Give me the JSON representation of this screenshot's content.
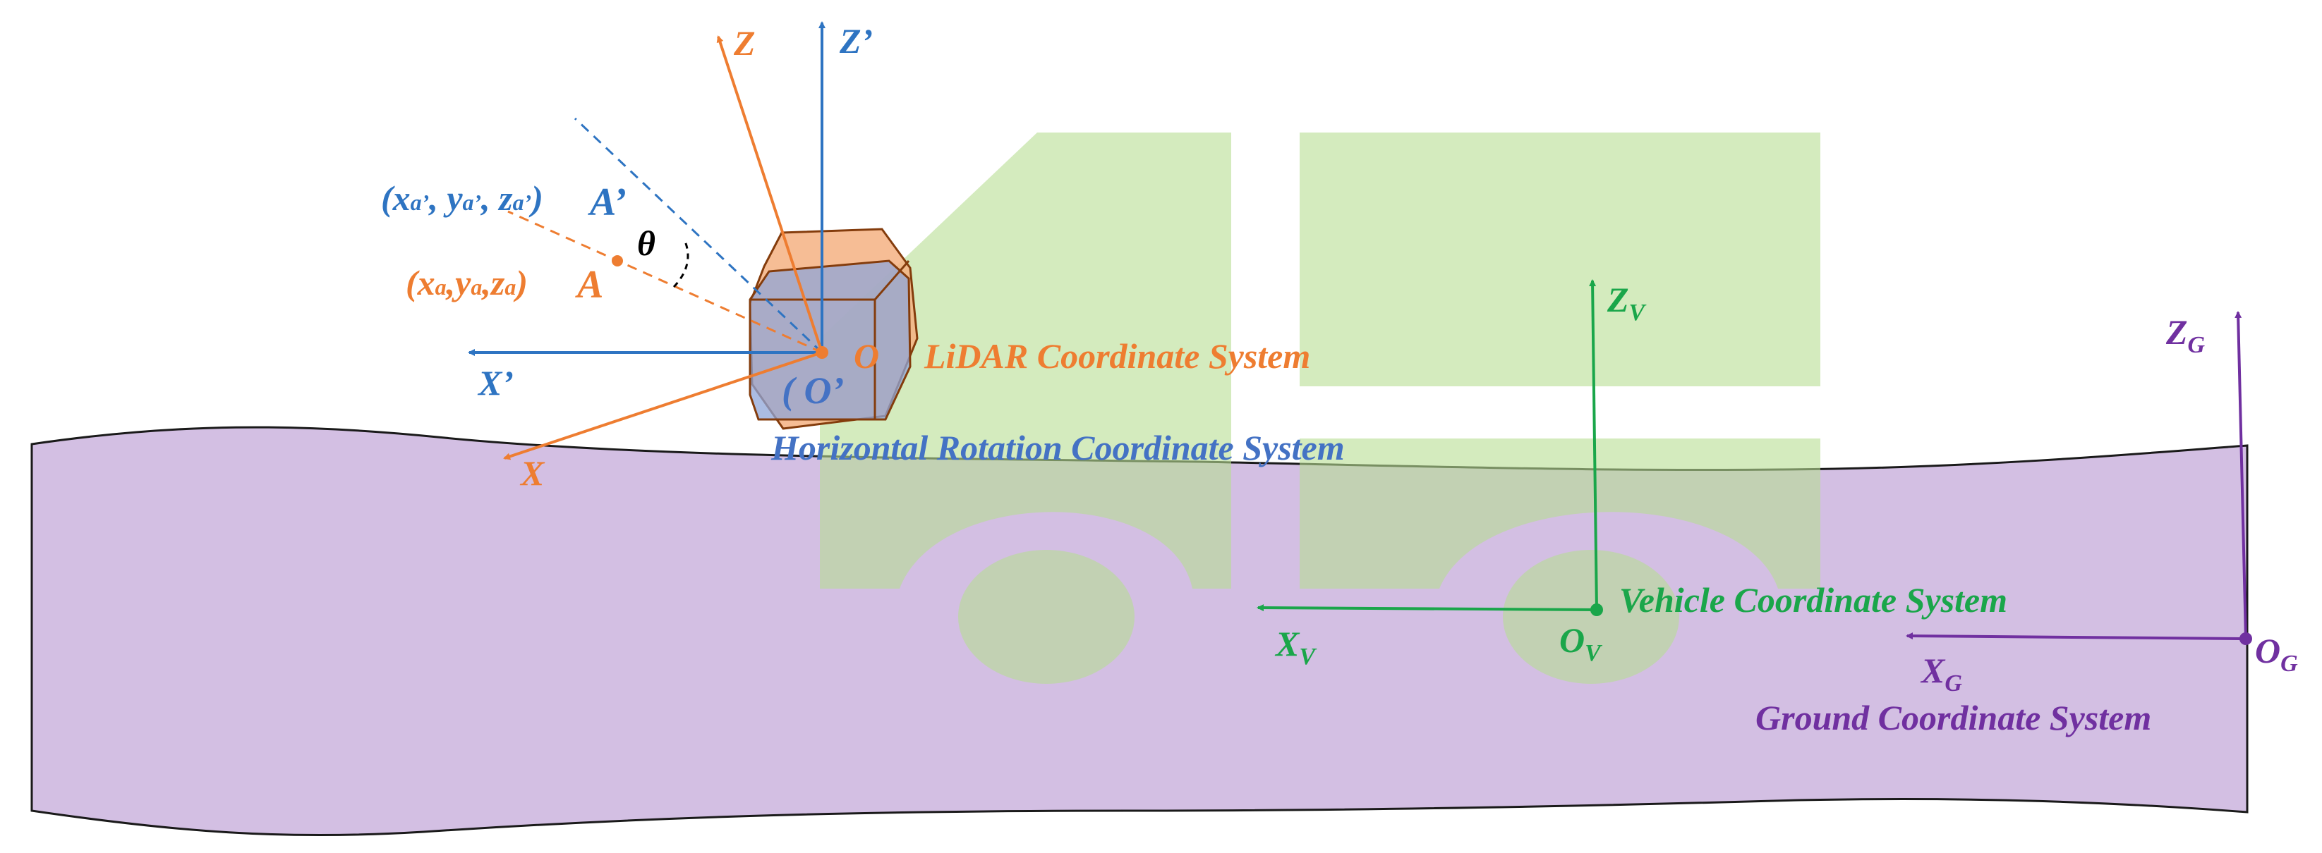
{
  "colors": {
    "ground_fill": "#d3bfe3",
    "vehicle_fill": "#b7de93",
    "lidar_orange": "#ee7d31",
    "rotation_blue": "#2e74c2",
    "system_blue": "#4472c4",
    "vehicle_green": "#1aa64a",
    "ground_purple": "#7030a0",
    "black": "#000000"
  },
  "lidar": {
    "axis_z": "Z",
    "axis_x": "X",
    "origin": "O",
    "point_a": "A",
    "coord_a_open": "(x",
    "coord_a_sub1": "a",
    "coord_a_mid1": ",y",
    "coord_a_sub2": "a",
    "coord_a_mid2": ",z",
    "coord_a_sub3": "a",
    "coord_a_close": ")",
    "system_label": "LiDAR Coordinate System"
  },
  "rotation": {
    "axis_z": "Z’",
    "axis_x": "X’",
    "origin": "( O’",
    "point_a": "A’",
    "coord_open": "(x",
    "coord_sub1": "a’",
    "coord_mid1": ", y",
    "coord_sub2": "a’",
    "coord_mid2": ", z",
    "coord_sub3": "a’",
    "coord_close": ")",
    "system_label": "Horizontal Rotation Coordinate System"
  },
  "angle": "θ",
  "vehicle": {
    "axis_z": "Z",
    "axis_z_sub": "V",
    "axis_x": "X",
    "axis_x_sub": "V",
    "origin": "O",
    "origin_sub": "V",
    "system_label": "Vehicle Coordinate System"
  },
  "ground": {
    "axis_z": "Z",
    "axis_z_sub": "G",
    "axis_x": "X",
    "axis_x_sub": "G",
    "origin": "O",
    "origin_sub": "G",
    "system_label": "Ground Coordinate System"
  }
}
